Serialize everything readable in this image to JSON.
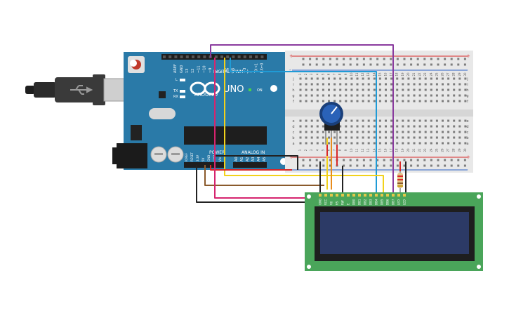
{
  "arduino": {
    "brand": "ARDUINO",
    "model": "UNO",
    "digital_label": "DIGITAL (PWM~)",
    "analog_label": "ANALOG IN",
    "power_label": "POWER",
    "on_label": "ON",
    "tx_label": "TX",
    "rx_label": "RX",
    "l_label": "L",
    "aref_label": "AREF",
    "gnd_label": "GND",
    "digital_pins": [
      "13",
      "12",
      "~11",
      "~10",
      "~9",
      "8",
      "7",
      "~6",
      "~5",
      "4",
      "~3",
      "2",
      "TX→1",
      "RX←0"
    ],
    "analog_pins": [
      "A0",
      "A1",
      "A2",
      "A3",
      "A4",
      "A5"
    ],
    "power_pins": [
      "IOREF",
      "RESET",
      "3.3V",
      "5V",
      "GND",
      "GND",
      "Vin"
    ]
  },
  "breadboard": {
    "column_numbers": [
      "1",
      "2",
      "3",
      "4",
      "5",
      "6",
      "7",
      "8",
      "9",
      "10",
      "11",
      "12",
      "13",
      "14",
      "15",
      "16",
      "17",
      "18",
      "19",
      "20",
      "21",
      "22",
      "23",
      "24",
      "25",
      "26",
      "27",
      "28",
      "29",
      "30"
    ],
    "row_letters_top": [
      "j",
      "i",
      "h",
      "g",
      "f"
    ],
    "row_letters_bottom": [
      "e",
      "d",
      "c",
      "b",
      "a"
    ],
    "plus": "+",
    "minus": "-"
  },
  "lcd": {
    "pin_labels": [
      "GND",
      "VCC",
      "V0",
      "RS",
      "RW",
      "E",
      "DB0",
      "DB1",
      "DB2",
      "DB3",
      "DB4",
      "DB5",
      "DB6",
      "DB7",
      "LED",
      "LED"
    ]
  },
  "wire_colors": {
    "purple": "#8a3b9e",
    "blue": "#1f9bd6",
    "yellow": "#f2d21b",
    "orange": "#e88c1c",
    "red": "#d82828",
    "black": "#222222",
    "brown": "#8a5a2b",
    "magenta": "#d6246e"
  },
  "colors": {
    "arduino_board": "#2a7aa8",
    "breadboard": "#e8e8e8",
    "lcd_pcb": "#4aa55a",
    "lcd_screen": "#2c3a66",
    "potentiometer": "#2356a0"
  }
}
